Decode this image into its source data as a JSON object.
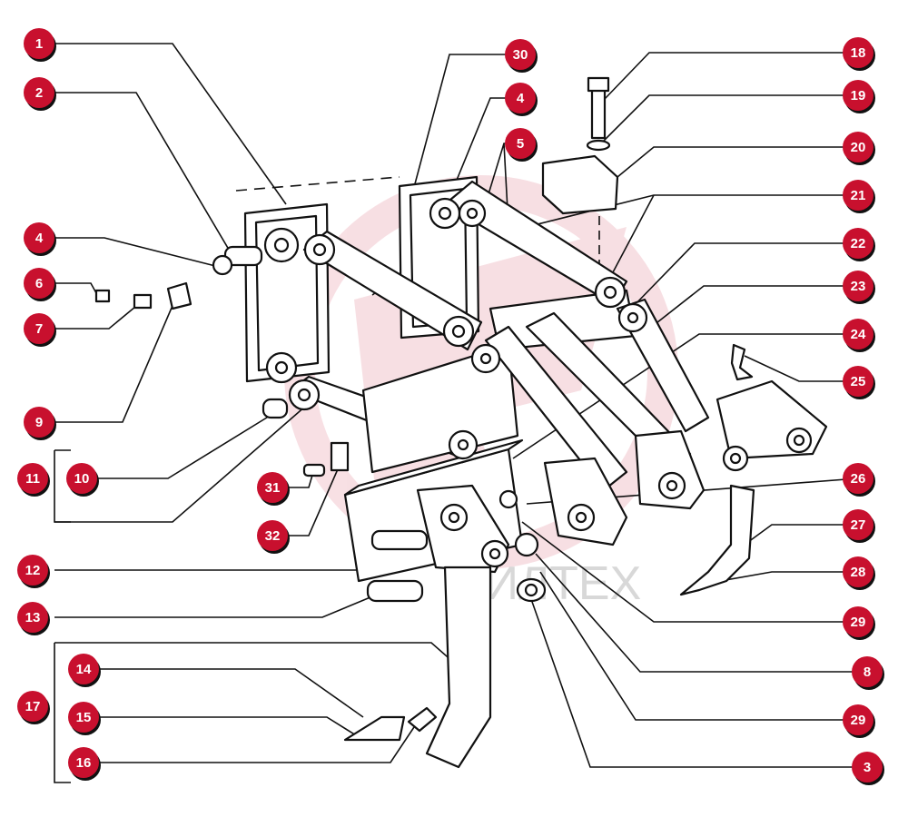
{
  "diagram": {
    "accent_color": "#c8102e",
    "line_color": "#111111",
    "watermark": "ИЛТЕХ",
    "callouts": [
      {
        "id": "c1",
        "label": "1"
      },
      {
        "id": "c2",
        "label": "2"
      },
      {
        "id": "c4a",
        "label": "4"
      },
      {
        "id": "c6",
        "label": "6"
      },
      {
        "id": "c7",
        "label": "7"
      },
      {
        "id": "c9",
        "label": "9"
      },
      {
        "id": "c11",
        "label": "11"
      },
      {
        "id": "c10",
        "label": "10"
      },
      {
        "id": "c12",
        "label": "12"
      },
      {
        "id": "c13",
        "label": "13"
      },
      {
        "id": "c17",
        "label": "17"
      },
      {
        "id": "c14",
        "label": "14"
      },
      {
        "id": "c15",
        "label": "15"
      },
      {
        "id": "c16",
        "label": "16"
      },
      {
        "id": "c30",
        "label": "30"
      },
      {
        "id": "c4b",
        "label": "4"
      },
      {
        "id": "c5",
        "label": "5"
      },
      {
        "id": "c31",
        "label": "31"
      },
      {
        "id": "c32",
        "label": "32"
      },
      {
        "id": "c18",
        "label": "18"
      },
      {
        "id": "c19",
        "label": "19"
      },
      {
        "id": "c20",
        "label": "20"
      },
      {
        "id": "c21",
        "label": "21"
      },
      {
        "id": "c22",
        "label": "22"
      },
      {
        "id": "c23",
        "label": "23"
      },
      {
        "id": "c24",
        "label": "24"
      },
      {
        "id": "c25",
        "label": "25"
      },
      {
        "id": "c26",
        "label": "26"
      },
      {
        "id": "c27",
        "label": "27"
      },
      {
        "id": "c28",
        "label": "28"
      },
      {
        "id": "c29a",
        "label": "29"
      },
      {
        "id": "c8",
        "label": "8"
      },
      {
        "id": "c29b",
        "label": "29"
      },
      {
        "id": "c3",
        "label": "3"
      }
    ]
  }
}
